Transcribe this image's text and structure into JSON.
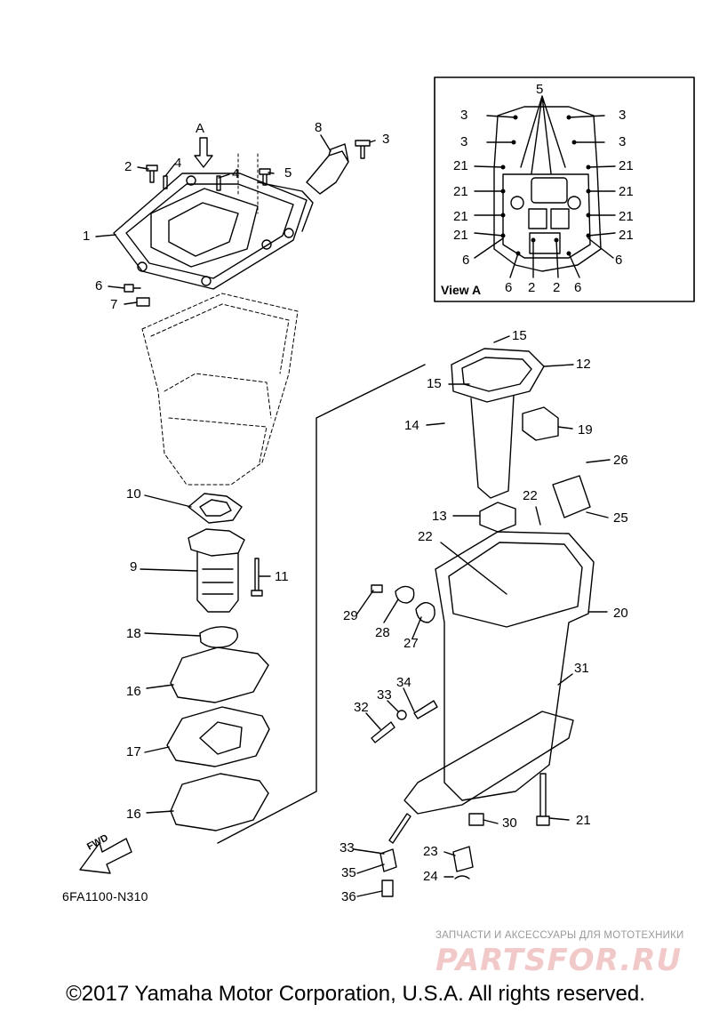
{
  "view": {
    "marker": "A",
    "caption": "View A",
    "labels": [
      "5",
      "3",
      "3",
      "3",
      "3",
      "21",
      "21",
      "21",
      "21",
      "21",
      "21",
      "21",
      "21",
      "6",
      "6",
      "6",
      "2",
      "2",
      "6"
    ]
  },
  "callouts": [
    "2",
    "4",
    "4",
    "5",
    "8",
    "3",
    "1",
    "6",
    "7",
    "10",
    "9",
    "11",
    "18",
    "16",
    "17",
    "16",
    "15",
    "12",
    "15",
    "14",
    "19",
    "26",
    "13",
    "22",
    "25",
    "22",
    "29",
    "28",
    "27",
    "20",
    "31",
    "34",
    "33",
    "32",
    "30",
    "21",
    "33",
    "23",
    "35",
    "24",
    "36"
  ],
  "fwd_label": "FWD",
  "part_code": "6FA1100-N310",
  "watermark": {
    "small": "ЗАПЧАСТИ И АКСЕССУАРЫ ДЛЯ МОТОТЕХНИКИ",
    "large": "PARTSFOR.RU"
  },
  "copyright": "©2017 Yamaha Motor Corporation, U.S.A. All rights reserved.",
  "colors": {
    "line": "#000000",
    "watermark_text": "#f2c9c9",
    "watermark_small": "#9a9a9a"
  }
}
